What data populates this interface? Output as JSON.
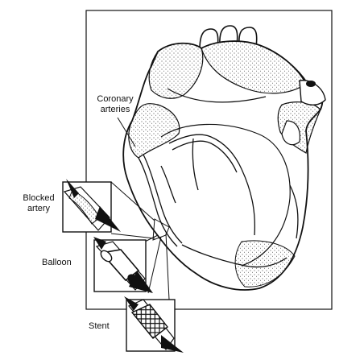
{
  "labels": {
    "coronary_line1": "Coronary",
    "coronary_line2": "arteries",
    "blocked_line1": "Blocked",
    "blocked_line2": "artery",
    "balloon": "Balloon",
    "stent": "Stent"
  }
}
